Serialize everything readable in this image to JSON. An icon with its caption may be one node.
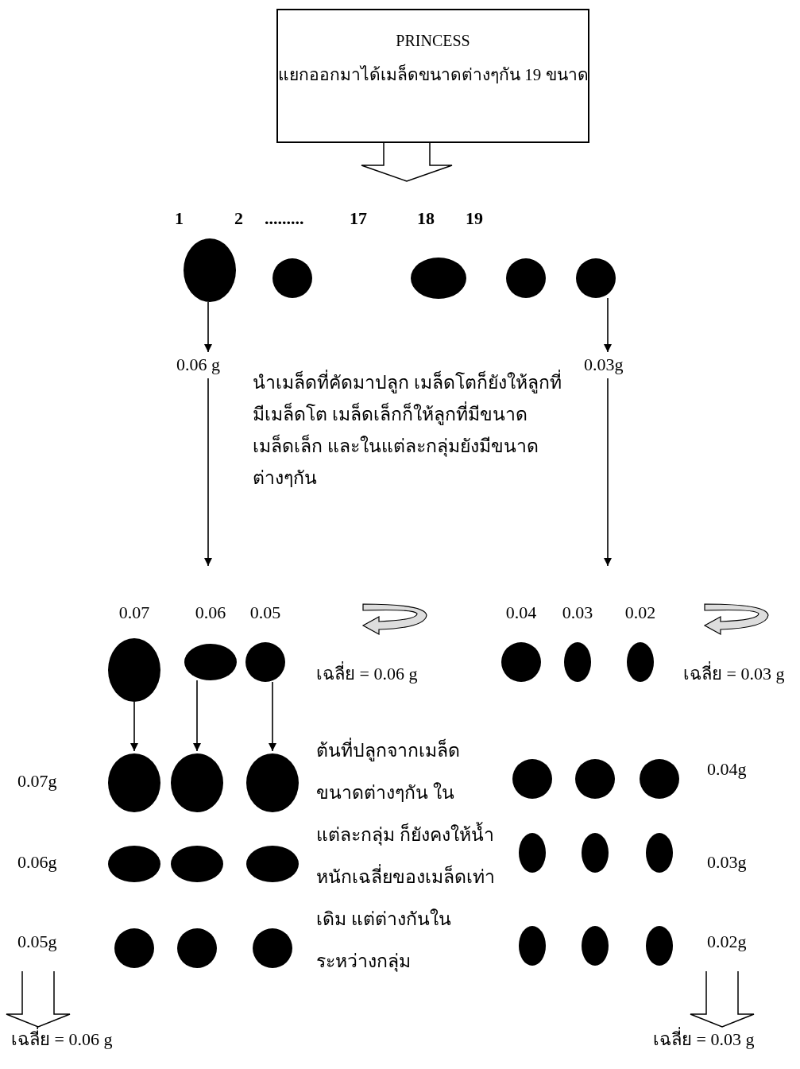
{
  "diagram": {
    "nodes": [
      {
        "text": [
          "PRINCESS",
          "แยกออกมาได้เมล็ดขนาดต่างๆกัน 19 ขนาด"
        ]
      },
      {
        "text": [],
        "shape": "ellipse"
      },
      {
        "text": [],
        "shape": "ellipse"
      },
      {
        "text": [],
        "shape": "ellipse"
      },
      {
        "text": [],
        "shape": "ellipse"
      },
      {
        "text": [],
        "shape": "ellipse"
      },
      {
        "text": [
          "0.06 g"
        ]
      },
      {
        "text": [
          "0.03g"
        ]
      },
      {
        "text": [],
        "shape": "ellipse",
        "beside": [
          "0.07"
        ]
      },
      {
        "text": [],
        "shape": "ellipse",
        "beside": [
          "0.06"
        ]
      },
      {
        "text": [],
        "shape": "ellipse",
        "beside": [
          "0.05"
        ]
      },
      {
        "text": [],
        "shape": "ellipse",
        "beside": [
          "0.04"
        ]
      },
      {
        "text": [],
        "shape": "ellipse",
        "beside": [
          "0.03"
        ]
      },
      {
        "text": [],
        "shape": "ellipse",
        "beside": [
          "0.02"
        ]
      },
      {
        "text": [],
        "shape": "ellipse"
      },
      {
        "text": [],
        "shape": "ellipse"
      },
      {
        "text": [],
        "shape": "ellipse"
      },
      {
        "text": [],
        "shape": "ellipse"
      },
      {
        "text": [],
        "shape": "ellipse"
      },
      {
        "text": [],
        "shape": "ellipse"
      },
      {
        "text": [],
        "shape": "ellipse"
      },
      {
        "text": [],
        "shape": "ellipse"
      },
      {
        "text": [],
        "shape": "ellipse"
      },
      {
        "text": [],
        "shape": "ellipse"
      },
      {
        "text": [],
        "shape": "ellipse"
      },
      {
        "text": [],
        "shape": "ellipse"
      },
      {
        "text": [],
        "shape": "ellipse"
      },
      {
        "text": [],
        "shape": "ellipse"
      },
      {
        "text": [],
        "shape": "ellipse"
      },
      {
        "text": [],
        "shape": "ellipse"
      },
      {
        "text": [],
        "shape": "ellipse"
      },
      {
        "text": [],
        "shape": "ellipse"
      },
      {
        "text": [
          "เฉลี่ย = 0.06 g"
        ]
      },
      {
        "text": [
          "เฉลี่ย = 0.03 g"
        ]
      }
    ],
    "edges": [
      {
        "from": 0,
        "to": null,
        "arrow": "to",
        "style": "thick"
      },
      {
        "from": 1,
        "to": 6,
        "arrow": "to"
      },
      {
        "from": 5,
        "to": 7,
        "arrow": "to"
      },
      {
        "from": 6,
        "to": null,
        "arrow": "to"
      },
      {
        "from": 7,
        "to": null,
        "arrow": "to"
      },
      {
        "from": 8,
        "to": 14,
        "arrow": "to"
      },
      {
        "from": 9,
        "to": 15,
        "arrow": "to"
      },
      {
        "from": 10,
        "to": 16,
        "arrow": "to"
      },
      {
        "from": null,
        "to": 32,
        "arrow": "to",
        "style": "thick"
      },
      {
        "from": null,
        "to": 33,
        "arrow": "to",
        "style": "thick"
      }
    ],
    "labels": [
      "1",
      "2",
      ".........",
      "17",
      "18",
      "19",
      "นำเมล็ดที่คัดมาปลูก เมล็ดโตก็ยังให้ลูกที่มีเมล็ดโต เมล็ดเล็กก็ให้ลูกที่มีขนาดเมล็ดเล็ก และในแต่ละกลุ่มยังมีขนาดต่างๆกัน",
      "เฉลี่ย = 0.06 g",
      "เฉลี่ย = 0.03 g",
      "0.07g",
      "0.04g",
      "ต้นที่ปลูกจากเมล็ดขนาดต่างๆกัน ในแต่ละกลุ่ม ก็ยังคงให้น้ำหนักเฉลี่ยของเมล็ดเท่าเดิม แต่ต่างกันในระหว่างกลุ่ม",
      "0.06g",
      "0.03g",
      "0.05g",
      "0.02g"
    ]
  }
}
